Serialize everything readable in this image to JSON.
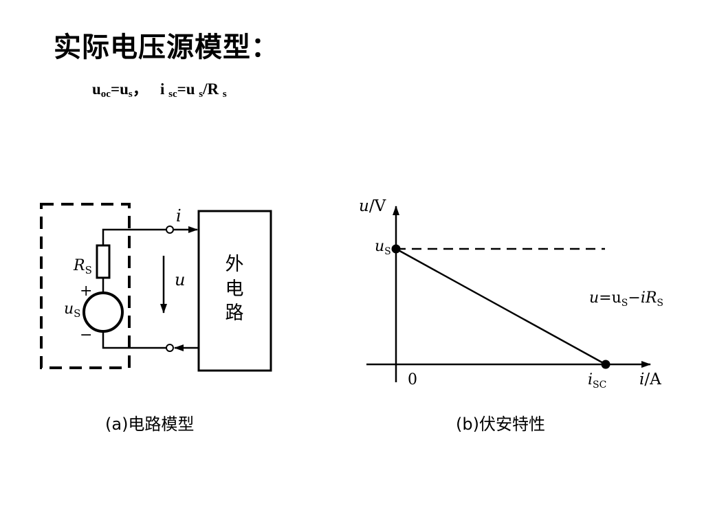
{
  "slide": {
    "title": "实际电压源模型：",
    "formula": {
      "uoc_base": "u",
      "uoc_sub": "oc",
      "eq1": "=u",
      "us_sub": "s",
      "comma": "，",
      "isc_base": "i",
      "isc_sub": "sc",
      "eq2": "=u",
      "us_sub2": "s",
      "slash": "/R",
      "rs_sub": "s"
    }
  },
  "circuit": {
    "current_label": "i",
    "voltage_label": "u",
    "rs_label": "R",
    "rs_sub": "S",
    "plus": "+",
    "minus": "−",
    "us_label": "u",
    "us_sub": "S",
    "external_box": [
      "外",
      "电",
      "路"
    ],
    "caption": "(a)电路模型"
  },
  "graph": {
    "y_axis_label_var": "u",
    "y_axis_label_unit": "/V",
    "x_axis_label_var": "i",
    "x_axis_label_unit": "/A",
    "origin": "0",
    "us_label": "u",
    "us_sub": "S",
    "isc_label": "i",
    "isc_sub": "SC",
    "equation_parts": [
      "u",
      "=u",
      "S",
      "−",
      "iR",
      "S"
    ],
    "caption": "(b)伏安特性"
  }
}
